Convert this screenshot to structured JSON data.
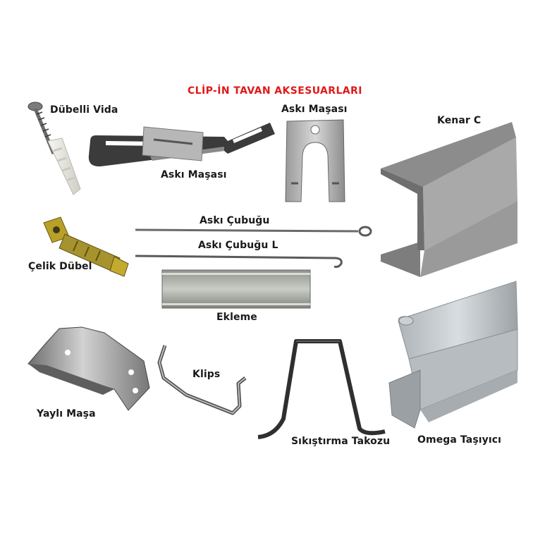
{
  "title": "CLİP-İN TAVAN AKSESUARLARI",
  "labels": {
    "dubelli_vida": "Dübelli Vida",
    "aski_masasi_flat": "Askı Maşası",
    "aski_masasi_hanger": "Askı Maşası",
    "kenar_c": "Kenar C",
    "celik_dubel": "Çelik Dübel",
    "aski_cubugu": "Askı Çubuğu",
    "aski_cubugu_l": "Askı Çubuğu L",
    "ekleme": "Ekleme",
    "yayli_masa": "Yaylı Maşa",
    "klips": "Klips",
    "sikistirma_takozu": "Sıkıştırma Takozu",
    "omega_tasiyici": "Omega Taşıyıcı"
  },
  "icons": [
    "screw-anchor-icon",
    "flat-hanger-clip-icon",
    "hanger-clip-icon",
    "edge-c-profile-icon",
    "steel-anchor-icon",
    "hanger-rod-eye-icon",
    "hanger-rod-hook-icon",
    "splice-plate-icon",
    "spring-clip-icon",
    "wire-clip-icon",
    "wedge-clamp-icon",
    "omega-carrier-icon"
  ]
}
